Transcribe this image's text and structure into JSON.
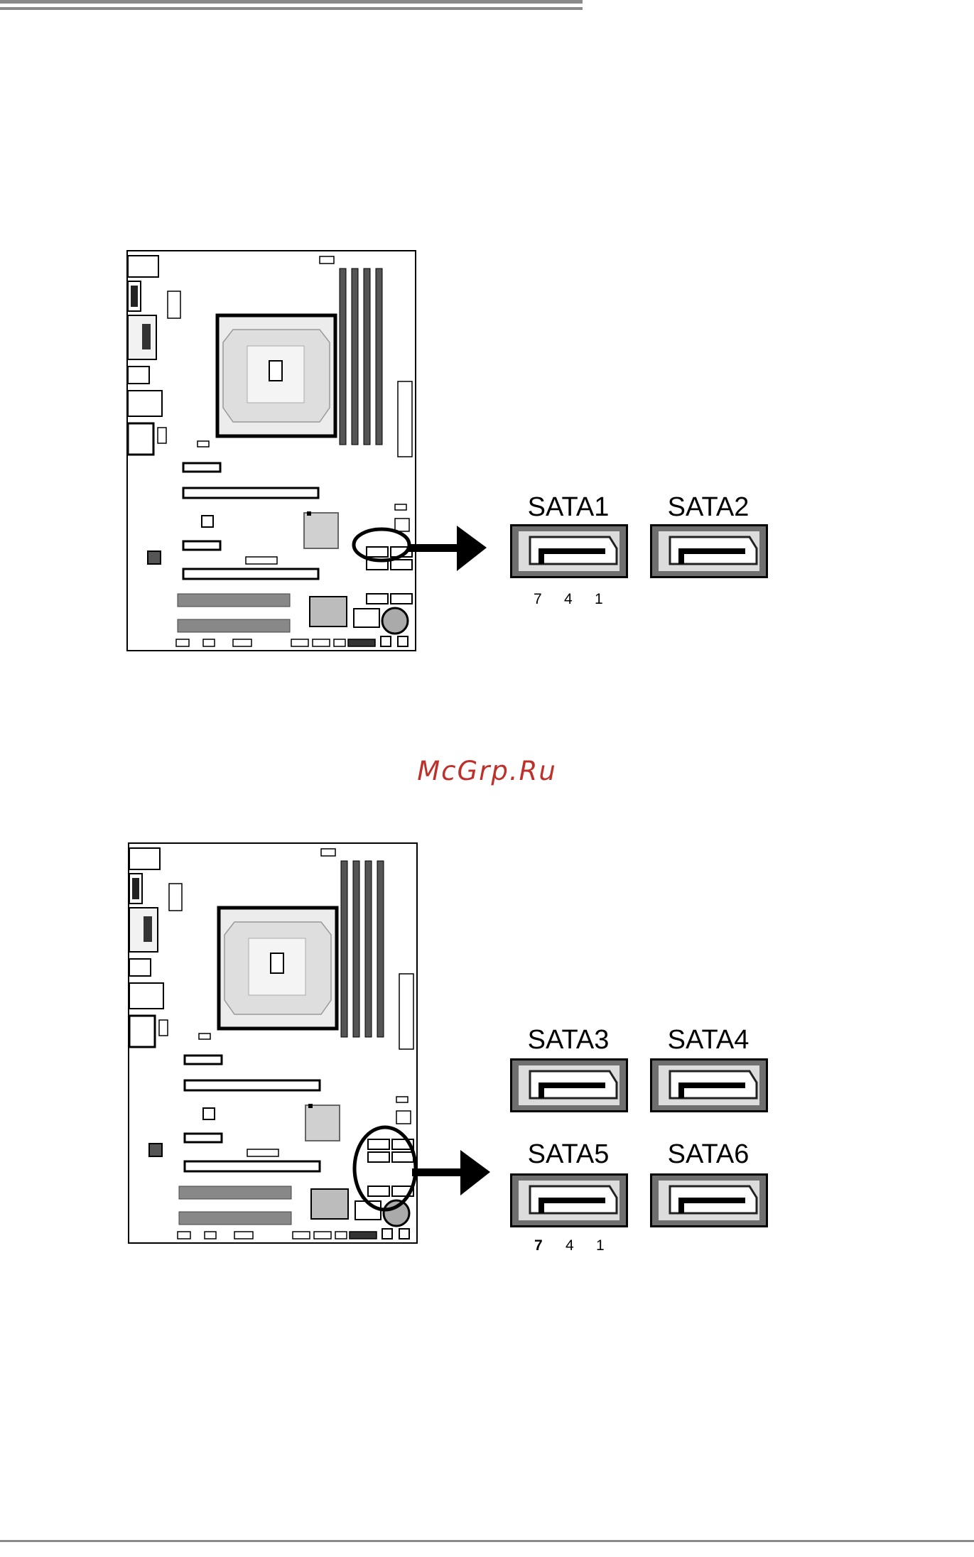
{
  "watermark": "McGrp.Ru",
  "colors": {
    "header_rule": "#8a8a8a",
    "watermark": "#c0302a",
    "port_frame": "#6f6f6f",
    "port_body": "#dcdcdc"
  },
  "figure1": {
    "ports": [
      {
        "label": "SATA1"
      },
      {
        "label": "SATA2"
      }
    ],
    "pins": [
      "7",
      "4",
      "1"
    ]
  },
  "figure2": {
    "ports": [
      {
        "label": "SATA3"
      },
      {
        "label": "SATA4"
      },
      {
        "label": "SATA5"
      },
      {
        "label": "SATA6"
      }
    ],
    "pins": [
      "7",
      "4",
      "1"
    ]
  }
}
